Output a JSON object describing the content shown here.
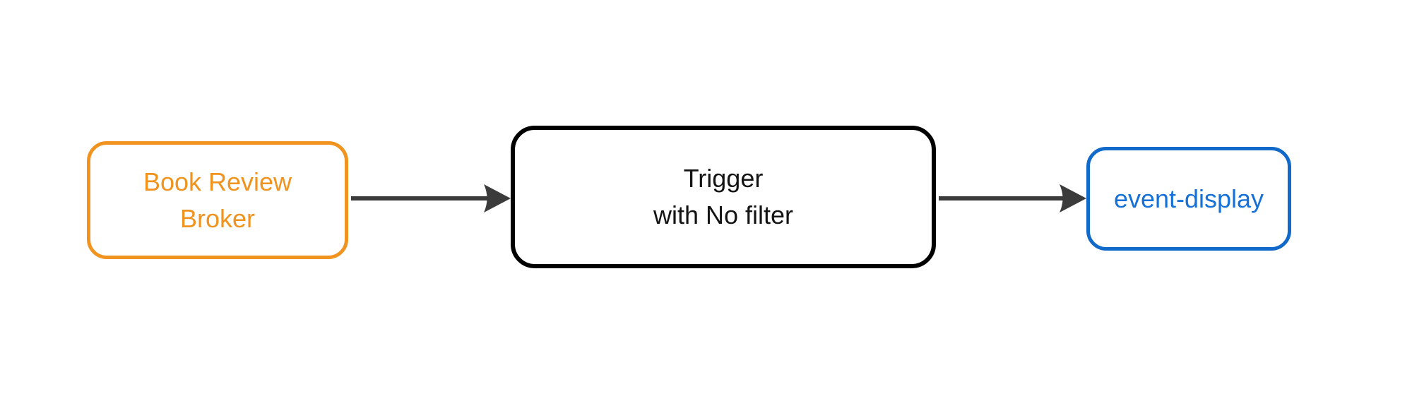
{
  "diagram": {
    "type": "flowchart-left-to-right",
    "background_color": "#ffffff",
    "arrow_color": "#3b3b3b",
    "nodes": [
      {
        "id": "book-review-broker",
        "label_line1": "Book Review",
        "label_line2": "Broker",
        "border_color": "#f0931f",
        "text_color": "#f0931f",
        "fill_color": "#ffffff"
      },
      {
        "id": "trigger",
        "label_line1": "Trigger",
        "label_line2": "with No filter",
        "border_color": "#000000",
        "text_color": "#141414",
        "fill_color": "#ffffff"
      },
      {
        "id": "event-display",
        "label_line1": "event-display",
        "border_color": "#1169c9",
        "text_color": "#1571d8",
        "fill_color": "#ffffff"
      }
    ],
    "edges": [
      {
        "from": "book-review-broker",
        "to": "trigger",
        "color": "#3b3b3b"
      },
      {
        "from": "trigger",
        "to": "event-display",
        "color": "#3b3b3b"
      }
    ]
  }
}
